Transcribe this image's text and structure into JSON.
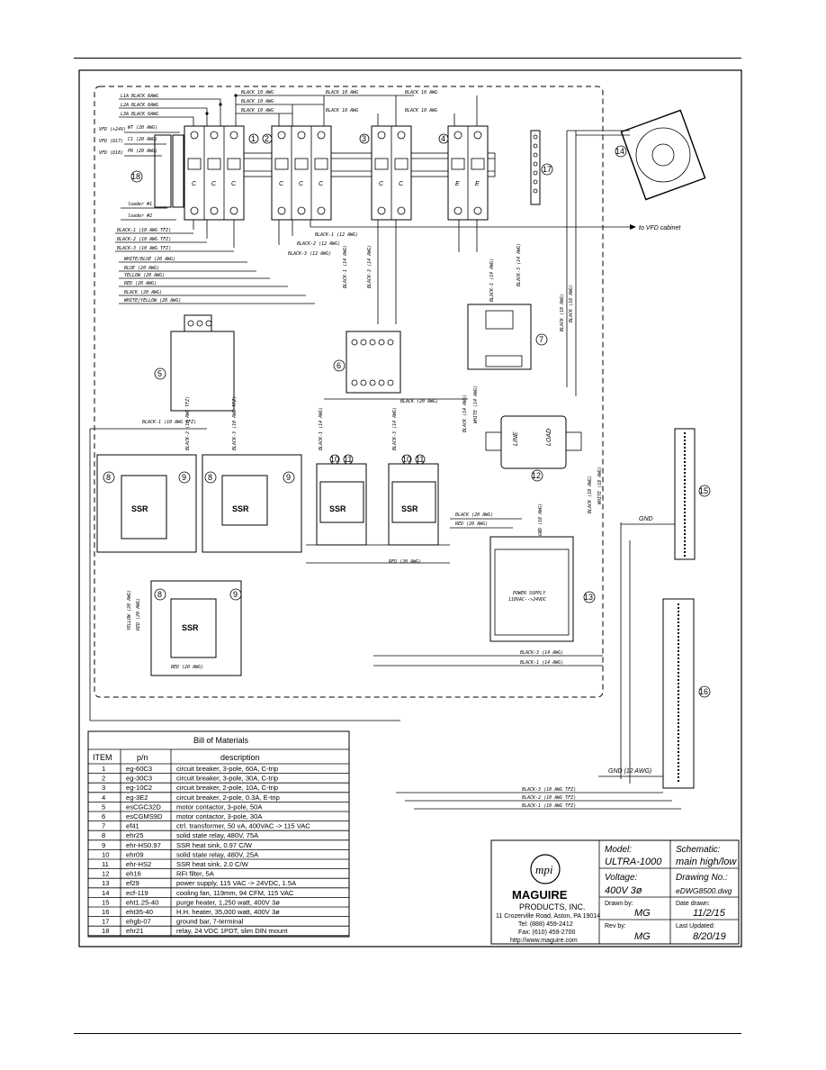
{
  "drawing": {
    "wire_labels": {
      "l1": "L1A BLACK 6AWG",
      "l2": "L2A BLACK 6AWG",
      "l3": "L3A BLACK 6AWG",
      "b10a": "BLACK 10 AWG",
      "b10b": "BLACK 10 AWG",
      "b10c": "BLACK 10 AWG",
      "b10d": "BLACK 10 AWG",
      "b10e": "BLACK 10 AWG",
      "b10f": "BLACK 10 AWG",
      "b10g": "BLACK 10 AWG",
      "b10h": "BLACK 10 AWG",
      "vfd24": "VFD (+24V)",
      "vfdq17": "VFD (Q17)",
      "vfdq18": "VFD (Q18)",
      "wt20": "WT (20 AWG)",
      "c1": "C1 (20 AWG)",
      "pr20": "PR (20 AWG)",
      "loader1": "loader #1",
      "loader2": "loader #2",
      "blk1_10": "BLACK-1 (10 AWG TFZ)",
      "blk2_10": "BLACK-2 (10 AWG TFZ)",
      "blk3_10": "BLACK-3 (10 AWG TFZ)",
      "white_blue": "WHITE/BLUE (20 AWG)",
      "blue20": "BLUE (20 AWG)",
      "yellow20": "YELLOW (20 AWG)",
      "red20": "RED (20 AWG)",
      "black20": "BLACK (20 AWG)",
      "white_yellow": "WHITE/YELLOW (20 AWG)",
      "blk1_12": "BLACK-1 (12 AWG)",
      "blk2_12": "BLACK-2 (12 AWG)",
      "blk3_12": "BLACK-3 (12 AWG)",
      "to_vfd": "to VFD cabinet",
      "blk1_14": "BLACK-1 (14 AWG)",
      "blk3_14": "BLACK-3 (14 AWG)",
      "blk1_14b": "BLACK-1 (14 AWG)",
      "blk3_14b": "BLACK-3 (14 AWG)",
      "black_18a": "BLACK (18 AWG)",
      "black_18b": "BLACK (18 AWG)",
      "black_20b": "BLACK (20 AWG)",
      "black_14": "BLACK (14 AWG)",
      "white_14": "WHITE (14 AWG)",
      "blk1_ssr": "BLACK-1 (14 AWG)",
      "blk3_ssr": "BLACK-3 (14 AWG)",
      "black_20c": "BLACK (20 AWG)",
      "red_20b": "RED (20 AWG)",
      "red_20c": "RED (20 AWG)",
      "red_20d": "RED (20 AWG)",
      "yellow_20b": "YELLOW (20 AWG)",
      "gnd18": "GND (18 AWG)",
      "black_18c": "BLACK (18 AWG)",
      "white_18": "WHITE (18 AWG)",
      "gnd": "GND",
      "gnd12": "GND (12 AWG)",
      "blk3_14c": "BLACK-3 (14 AWG)",
      "blk1_14c": "BLACK-1 (14 AWG)",
      "blk3_10b": "BLACK-3 (10 AWG TFZ)",
      "blk2_10b": "BLACK-2 (10 AWG TFZ)",
      "blk1_10b": "BLACK-1 (10 AWG TFZ)",
      "blk1_ssr8": "BLACK-1 (10 AWG TFZ)",
      "blk2_ssr8": "BLACK-2 (10 AWG TFZ)",
      "blk3_ssr8": "BLACK-3 (10 AWG TFZ)",
      "line": "LINE",
      "load": "LOAD",
      "ps_title": "POWER SUPPLY",
      "ps_sub": "110VAC-->24VDC",
      "ssr_text": "SSR",
      "breaker_c": "C",
      "breaker_e": "E"
    },
    "item_numbers": [
      "1",
      "2",
      "3",
      "4",
      "5",
      "6",
      "7",
      "8",
      "8",
      "9",
      "9",
      "10",
      "10",
      "11",
      "11",
      "12",
      "13",
      "14",
      "15",
      "16",
      "17",
      "18"
    ]
  },
  "bom": {
    "title": "Bill of Materials",
    "headers": [
      "ITEM",
      "p/n",
      "description"
    ],
    "rows": [
      [
        "1",
        "eg-60C3",
        "circuit breaker, 3-pole, 60A, C-trip"
      ],
      [
        "2",
        "eg-30C3",
        "circuit breaker, 3-pole, 30A, C-trip"
      ],
      [
        "3",
        "eg-10C2",
        "circuit breaker, 2-pole, 10A, C-trip"
      ],
      [
        "4",
        "eg-3E2",
        "circuit breaker, 2-pole, 0.3A, E-trip"
      ],
      [
        "5",
        "esCGC32D",
        "motor contactor, 3-pole, 50A"
      ],
      [
        "6",
        "esCGMS9D",
        "motor contactor, 3-pole, 30A"
      ],
      [
        "7",
        "ef41",
        "ctrl. transformer, 50 vA, 400VAC -> 115 VAC"
      ],
      [
        "8",
        "ehr25",
        "solid state relay, 480V, 75A"
      ],
      [
        "9",
        "ehr-HS0.97",
        "SSR heat sink, 0.97 C/W"
      ],
      [
        "10",
        "ehr09",
        "solid state relay, 480V, 25A"
      ],
      [
        "11",
        "ehr-HS2",
        "SSR heat sink, 2.0 C/W"
      ],
      [
        "12",
        "eh16",
        "RFI filter, 5A"
      ],
      [
        "13",
        "ef29",
        "power supply, 115 VAC -> 24VDC, 1.5A"
      ],
      [
        "14",
        "ecf-119",
        "cooling fan, 119mm, 94 CFM, 115 VAC"
      ],
      [
        "15",
        "eht1.25-40",
        "purge heater, 1,250 watt, 400V 3ø"
      ],
      [
        "16",
        "eht35-40",
        "H.H. heater, 35,000 watt, 400V 3ø"
      ],
      [
        "17",
        "ehgb-07",
        "ground bar, 7-terminal"
      ],
      [
        "18",
        "ehr21",
        "relay, 24 VDC 1PDT, slim DIN mount"
      ]
    ]
  },
  "title_block": {
    "logo_text": "mpi",
    "company": "MAGUIRE",
    "company_sub": "PRODUCTS, INC.",
    "address": "11 Crozerville Road, Aston, PA 19014",
    "tel": "Tel: (888) 459-2412",
    "fax": "Fax: (610) 459-2700",
    "web": "http://www.maguire.com",
    "model_label": "Model:",
    "model_value": "ULTRA-1000",
    "schematic_label": "Schematic:",
    "schematic_value": "main high/low",
    "voltage_label": "Voltage:",
    "voltage_value": "400V 3ø",
    "drawing_label": "Drawing No.:",
    "drawing_value": "eDWG8500.dwg",
    "drawn_by_label": "Drawn by:",
    "drawn_by_value": "MG",
    "date_drawn_label": "Date drawn:",
    "date_drawn_value": "11/2/15",
    "rev_by_label": "Rev by:",
    "rev_by_value": "MG",
    "last_updated_label": "Last Updated:",
    "last_updated_value": "8/20/19"
  }
}
